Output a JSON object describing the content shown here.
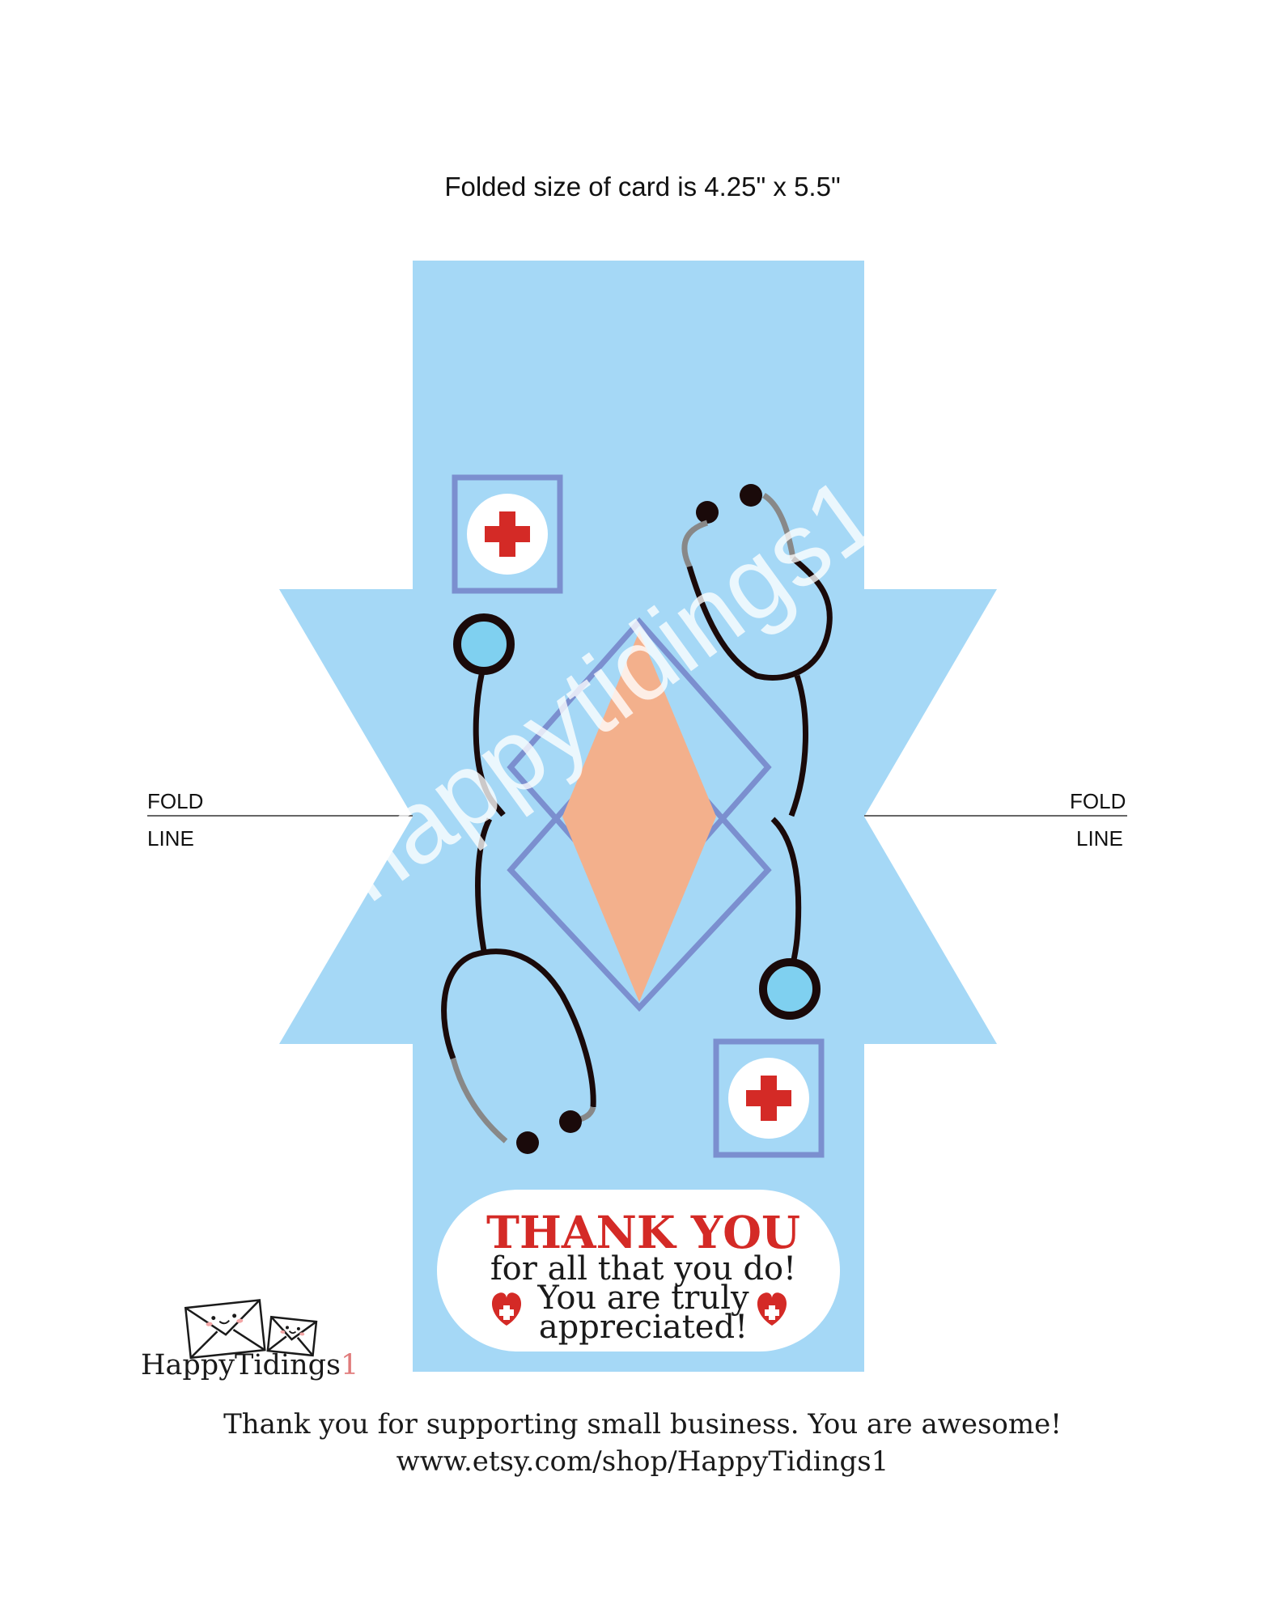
{
  "size_note": "Folded size of card is 4.25\" x 5.5\"",
  "fold_left": {
    "top": "FOLD",
    "bottom": "LINE"
  },
  "fold_right": {
    "top": "FOLD",
    "bottom": "LINE"
  },
  "card": {
    "title": "THANK YOU",
    "line1": "for all that you do!",
    "line2": "You are truly",
    "line3": "appreciated!"
  },
  "watermark": "happytidings1",
  "brand": {
    "name": "HappyTidings",
    "digit": "1"
  },
  "footer": {
    "line1": "Thank you for supporting small business. You are awesome!",
    "line2": "www.etsy.com/shop/HappyTidings1"
  },
  "colors": {
    "card_blue": "#a5d8f6",
    "frame_purple": "#7b8fcf",
    "diamond_peach": "#f3b08c",
    "cross_red": "#d42a26",
    "tube_black": "#1a0a0a",
    "chest_piece_blue": "#7fd0f0"
  },
  "icons": [
    "red-cross-icon",
    "stethoscope-icon",
    "heart-icon",
    "envelope-mascot-icon"
  ]
}
